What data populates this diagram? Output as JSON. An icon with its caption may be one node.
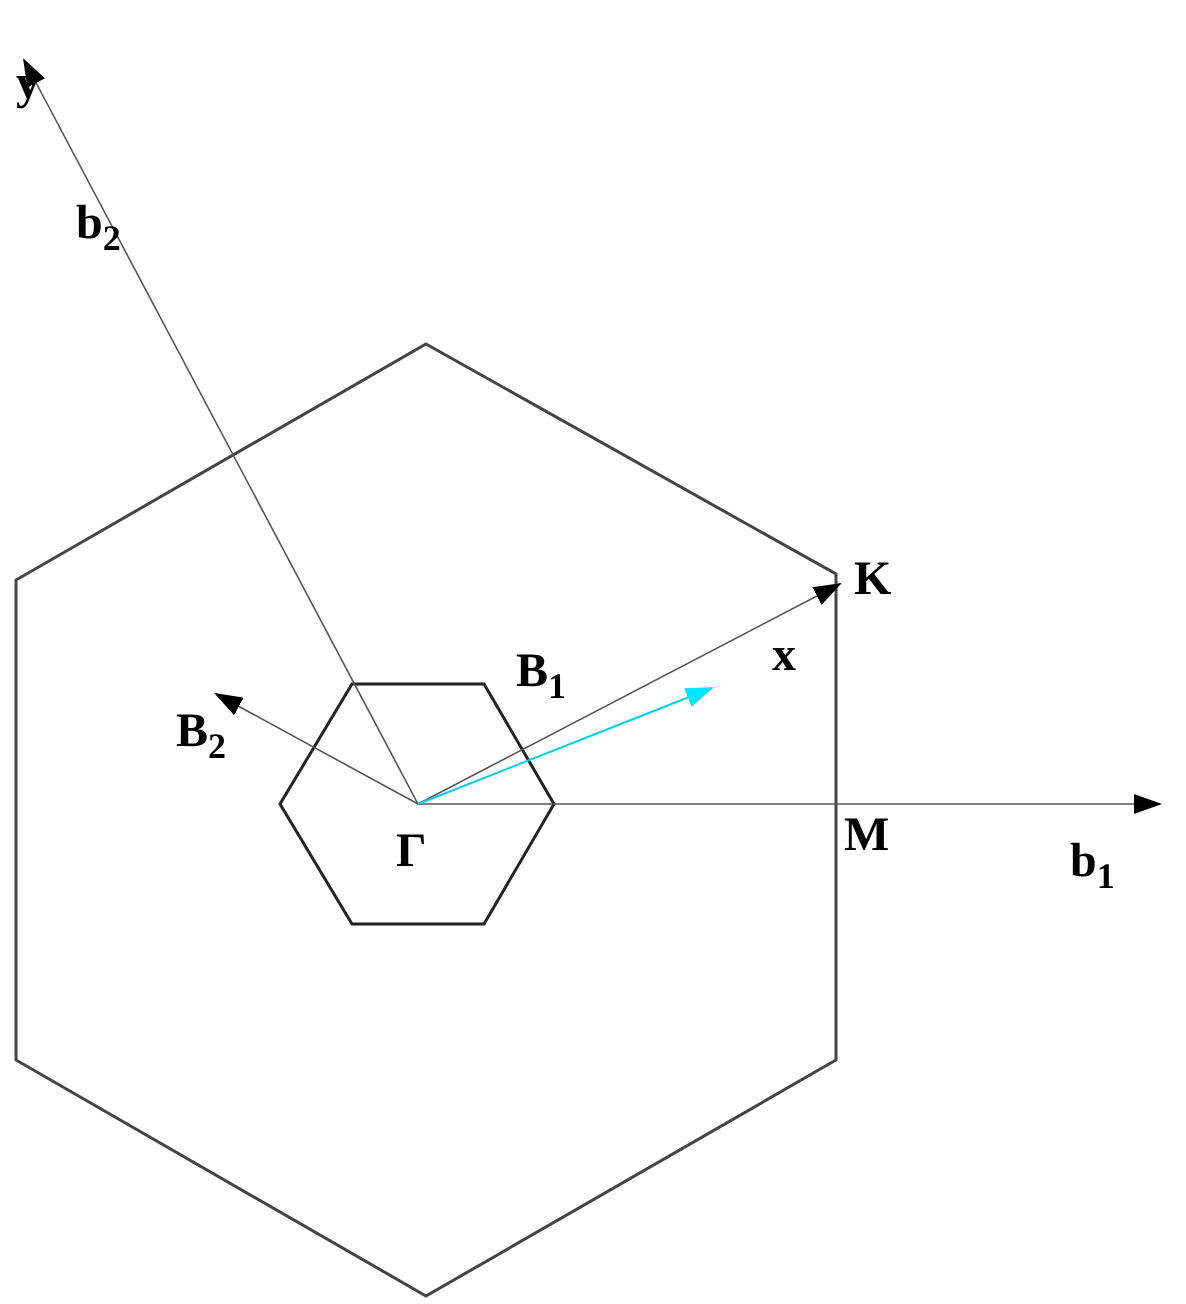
{
  "diagram": {
    "labels": [
      "y",
      "b$_{2}$",
      "K",
      "B$_{1}$",
      "x",
      "B$_{2}$",
      "Γ",
      "M",
      "b$_{1}$"
    ]
  }
}
